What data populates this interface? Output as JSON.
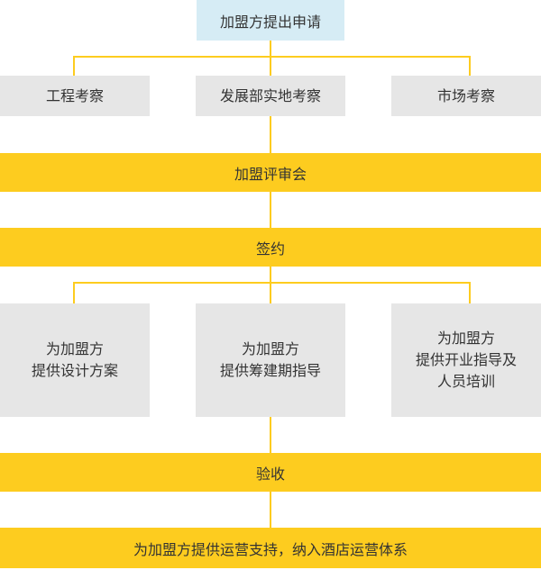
{
  "start": {
    "label": "加盟方提出申请"
  },
  "inspections": [
    {
      "label": "工程考察"
    },
    {
      "label": "发展部实地考察"
    },
    {
      "label": "市场考察"
    }
  ],
  "review": {
    "label": "加盟评审会"
  },
  "sign": {
    "label": "签约"
  },
  "services": [
    {
      "line1": "为加盟方",
      "line2": "提供设计方案",
      "line3": ""
    },
    {
      "line1": "为加盟方",
      "line2": "提供筹建期指导",
      "line3": ""
    },
    {
      "line1": "为加盟方",
      "line2": "提供开业指导及",
      "line3": "人员培训"
    }
  ],
  "acceptance": {
    "label": "验收"
  },
  "final": {
    "label": "为加盟方提供运营支持，纳入酒店运营体系"
  }
}
